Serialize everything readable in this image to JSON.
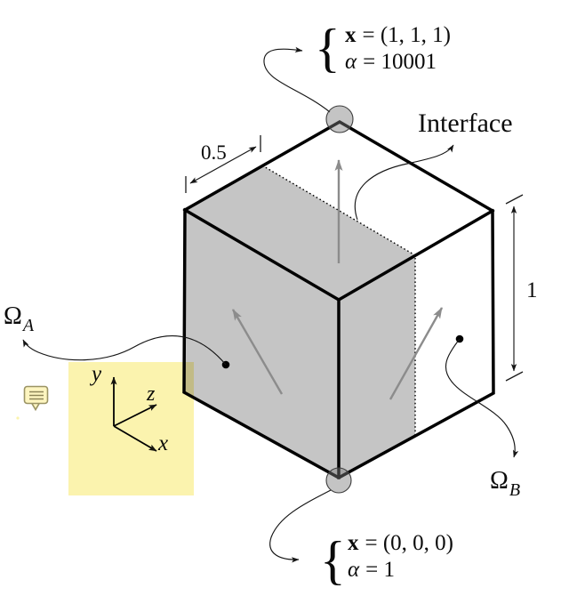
{
  "colors": {
    "face_gray": "#c5c5c5",
    "arrow_gray": "#8c8c8c",
    "highlight_yellow": "#fbf3ae",
    "note_yellow": "#fdf5c0",
    "note_border": "#9b9464",
    "line_black": "#0b0b0b"
  },
  "icons": {
    "comment": "comment-annotation-icon",
    "leader_arrowhead": "arrowhead-icon",
    "normal_arrowhead": "gray-arrowhead-icon"
  },
  "annotations": {
    "top": {
      "brace": "{",
      "vec": "x",
      "vec_value": "= (1, 1, 1)",
      "alpha": "α",
      "alpha_value": "= 10001"
    },
    "bottom": {
      "brace": "{",
      "vec": "x",
      "vec_value": "= (0, 0, 0)",
      "alpha": "α",
      "alpha_value": "= 1"
    }
  },
  "labels": {
    "interface": "Interface",
    "omega": "Ω",
    "omega_a_sub": "A",
    "omega_b_sub": "B",
    "dim_width": "0.5",
    "dim_height": "1",
    "axis_x": "x",
    "axis_y": "y",
    "axis_z": "z"
  }
}
